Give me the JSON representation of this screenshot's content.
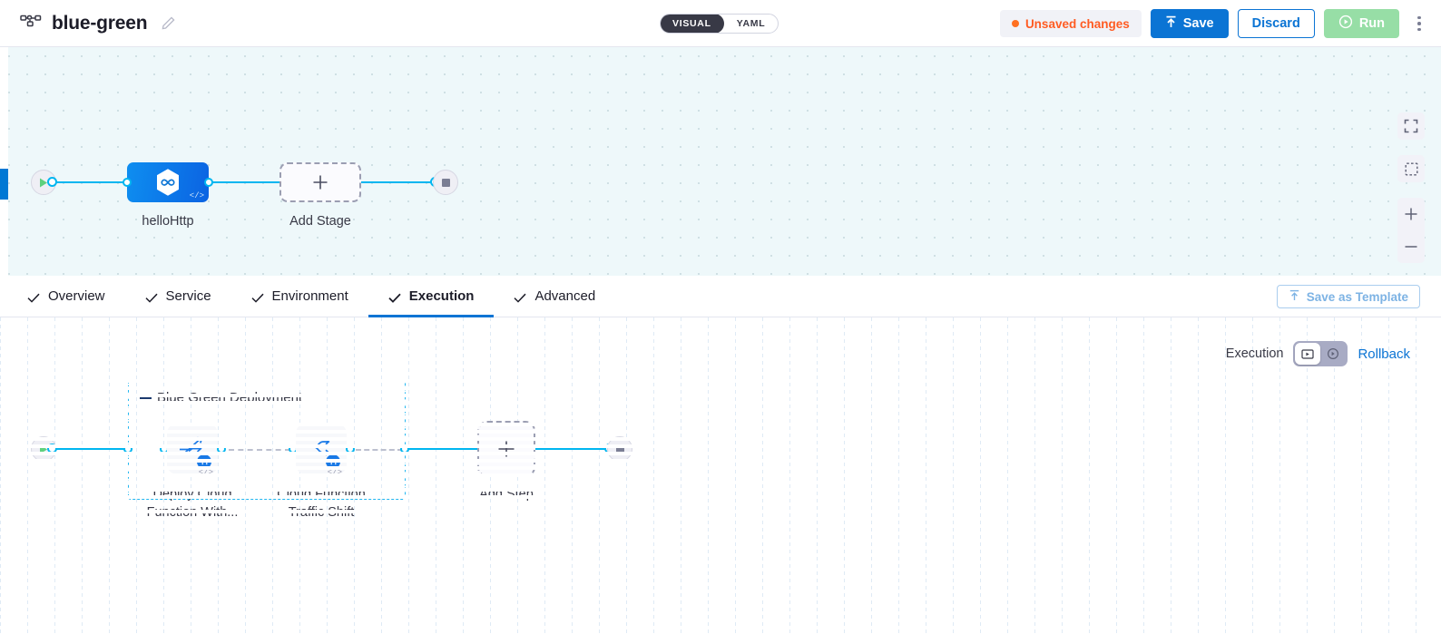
{
  "header": {
    "pipeline_icon": "pipeline-nodes-icon",
    "title": "blue-green",
    "edit_icon": "pencil-icon",
    "mode_toggle": {
      "options": [
        "VISUAL",
        "YAML"
      ],
      "selected": "VISUAL"
    },
    "unsaved_label": "Unsaved changes",
    "save_label": "Save",
    "discard_label": "Discard",
    "run_label": "Run",
    "kebab_icon": "more-vertical-icon",
    "colors": {
      "accent_blue": "#0b74d4",
      "unsaved_orange": "#ff5b22",
      "run_green": "#97dea6",
      "toggle_dark": "#383946"
    }
  },
  "canvas_top": {
    "start_node": "start-icon",
    "end_node": "stop-icon",
    "stage": {
      "label": "helloHttp",
      "icon": "hexagon-infinity-icon",
      "code_mark": "</>"
    },
    "add_stage": {
      "label": "Add Stage",
      "icon": "plus-icon"
    },
    "tools": [
      {
        "name": "fullscreen-icon"
      },
      {
        "name": "selection-box-icon"
      },
      {
        "name": "zoom-in-icon"
      },
      {
        "name": "zoom-out-icon"
      }
    ]
  },
  "tabs": {
    "items": [
      {
        "label": "Overview",
        "active": false,
        "check": true
      },
      {
        "label": "Service",
        "active": false,
        "check": true
      },
      {
        "label": "Environment",
        "active": false,
        "check": true
      },
      {
        "label": "Execution",
        "active": true,
        "check": true
      },
      {
        "label": "Advanced",
        "active": false,
        "check": true
      }
    ],
    "save_template_label": "Save as Template",
    "save_template_icon": "upload-template-icon"
  },
  "execution_bar": {
    "label": "Execution",
    "toggle": {
      "options": [
        "execution-view-icon",
        "rollback-view-icon"
      ],
      "selected_index": 0
    },
    "rollback_label": "Rollback"
  },
  "canvas_bottom": {
    "start_node": "start-icon",
    "end_node": "stop-icon",
    "group": {
      "title": "Blue Green Deployment",
      "steps": [
        {
          "label_line1": "Deploy Cloud",
          "label_line2": "Function With...",
          "icon": "deploy-function-icon",
          "badge": "harness-badge",
          "code_mark": "</>"
        },
        {
          "label_line1": "Cloud Function",
          "label_line2": "Traffic Shift",
          "icon": "traffic-shift-icon",
          "badge": "harness-badge",
          "code_mark": "</>"
        }
      ]
    },
    "add_step": {
      "label": "Add Step",
      "icon": "plus-icon"
    }
  }
}
